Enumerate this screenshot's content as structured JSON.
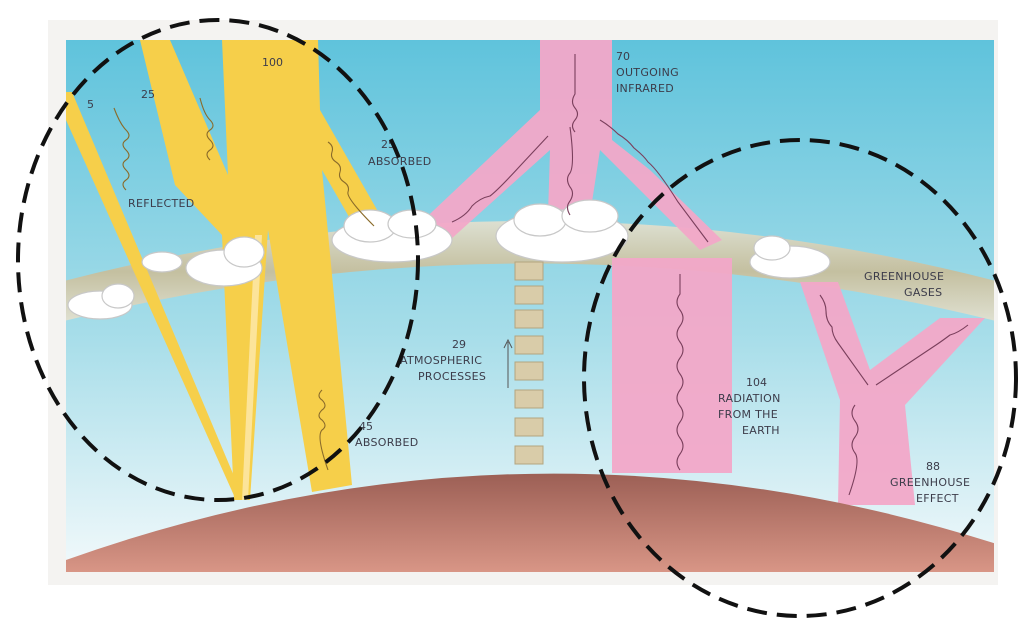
{
  "diagram": {
    "incoming": {
      "value": "100"
    },
    "reflected": {
      "value": "5",
      "label": "REFLECTED"
    },
    "reflected_clouds": {
      "value": "25"
    },
    "absorbed_atmosphere": {
      "value": "25",
      "label": "ABSORBED"
    },
    "absorbed_surface": {
      "value": "45",
      "label": "ABSORBED"
    },
    "outgoing": {
      "value": "70",
      "label_line1": "OUTGOING",
      "label_line2": "INFRARED"
    },
    "atmospheric": {
      "value": "29",
      "label_line1": "ATMOSPHERIC",
      "label_line2": "PROCESSES"
    },
    "radiation": {
      "value": "104",
      "label_line1": "RADIATION",
      "label_line2": "FROM THE",
      "label_line3": "EARTH"
    },
    "greenhouse_effect": {
      "value": "88",
      "label_line1": "GREENHOUSE",
      "label_line2": "EFFECT"
    },
    "greenhouse_gases": {
      "label_line1": "GREENHOUSE",
      "label_line2": "GASES"
    }
  },
  "colors": {
    "sky_top": "#6fcbe0",
    "sky_bottom": "#e9f5f8",
    "solar": "#f5cf4c",
    "infrared": "#f1a9c9",
    "gas_band": "#cfc4a4",
    "earth": "#b07068",
    "circle": "#000000"
  }
}
